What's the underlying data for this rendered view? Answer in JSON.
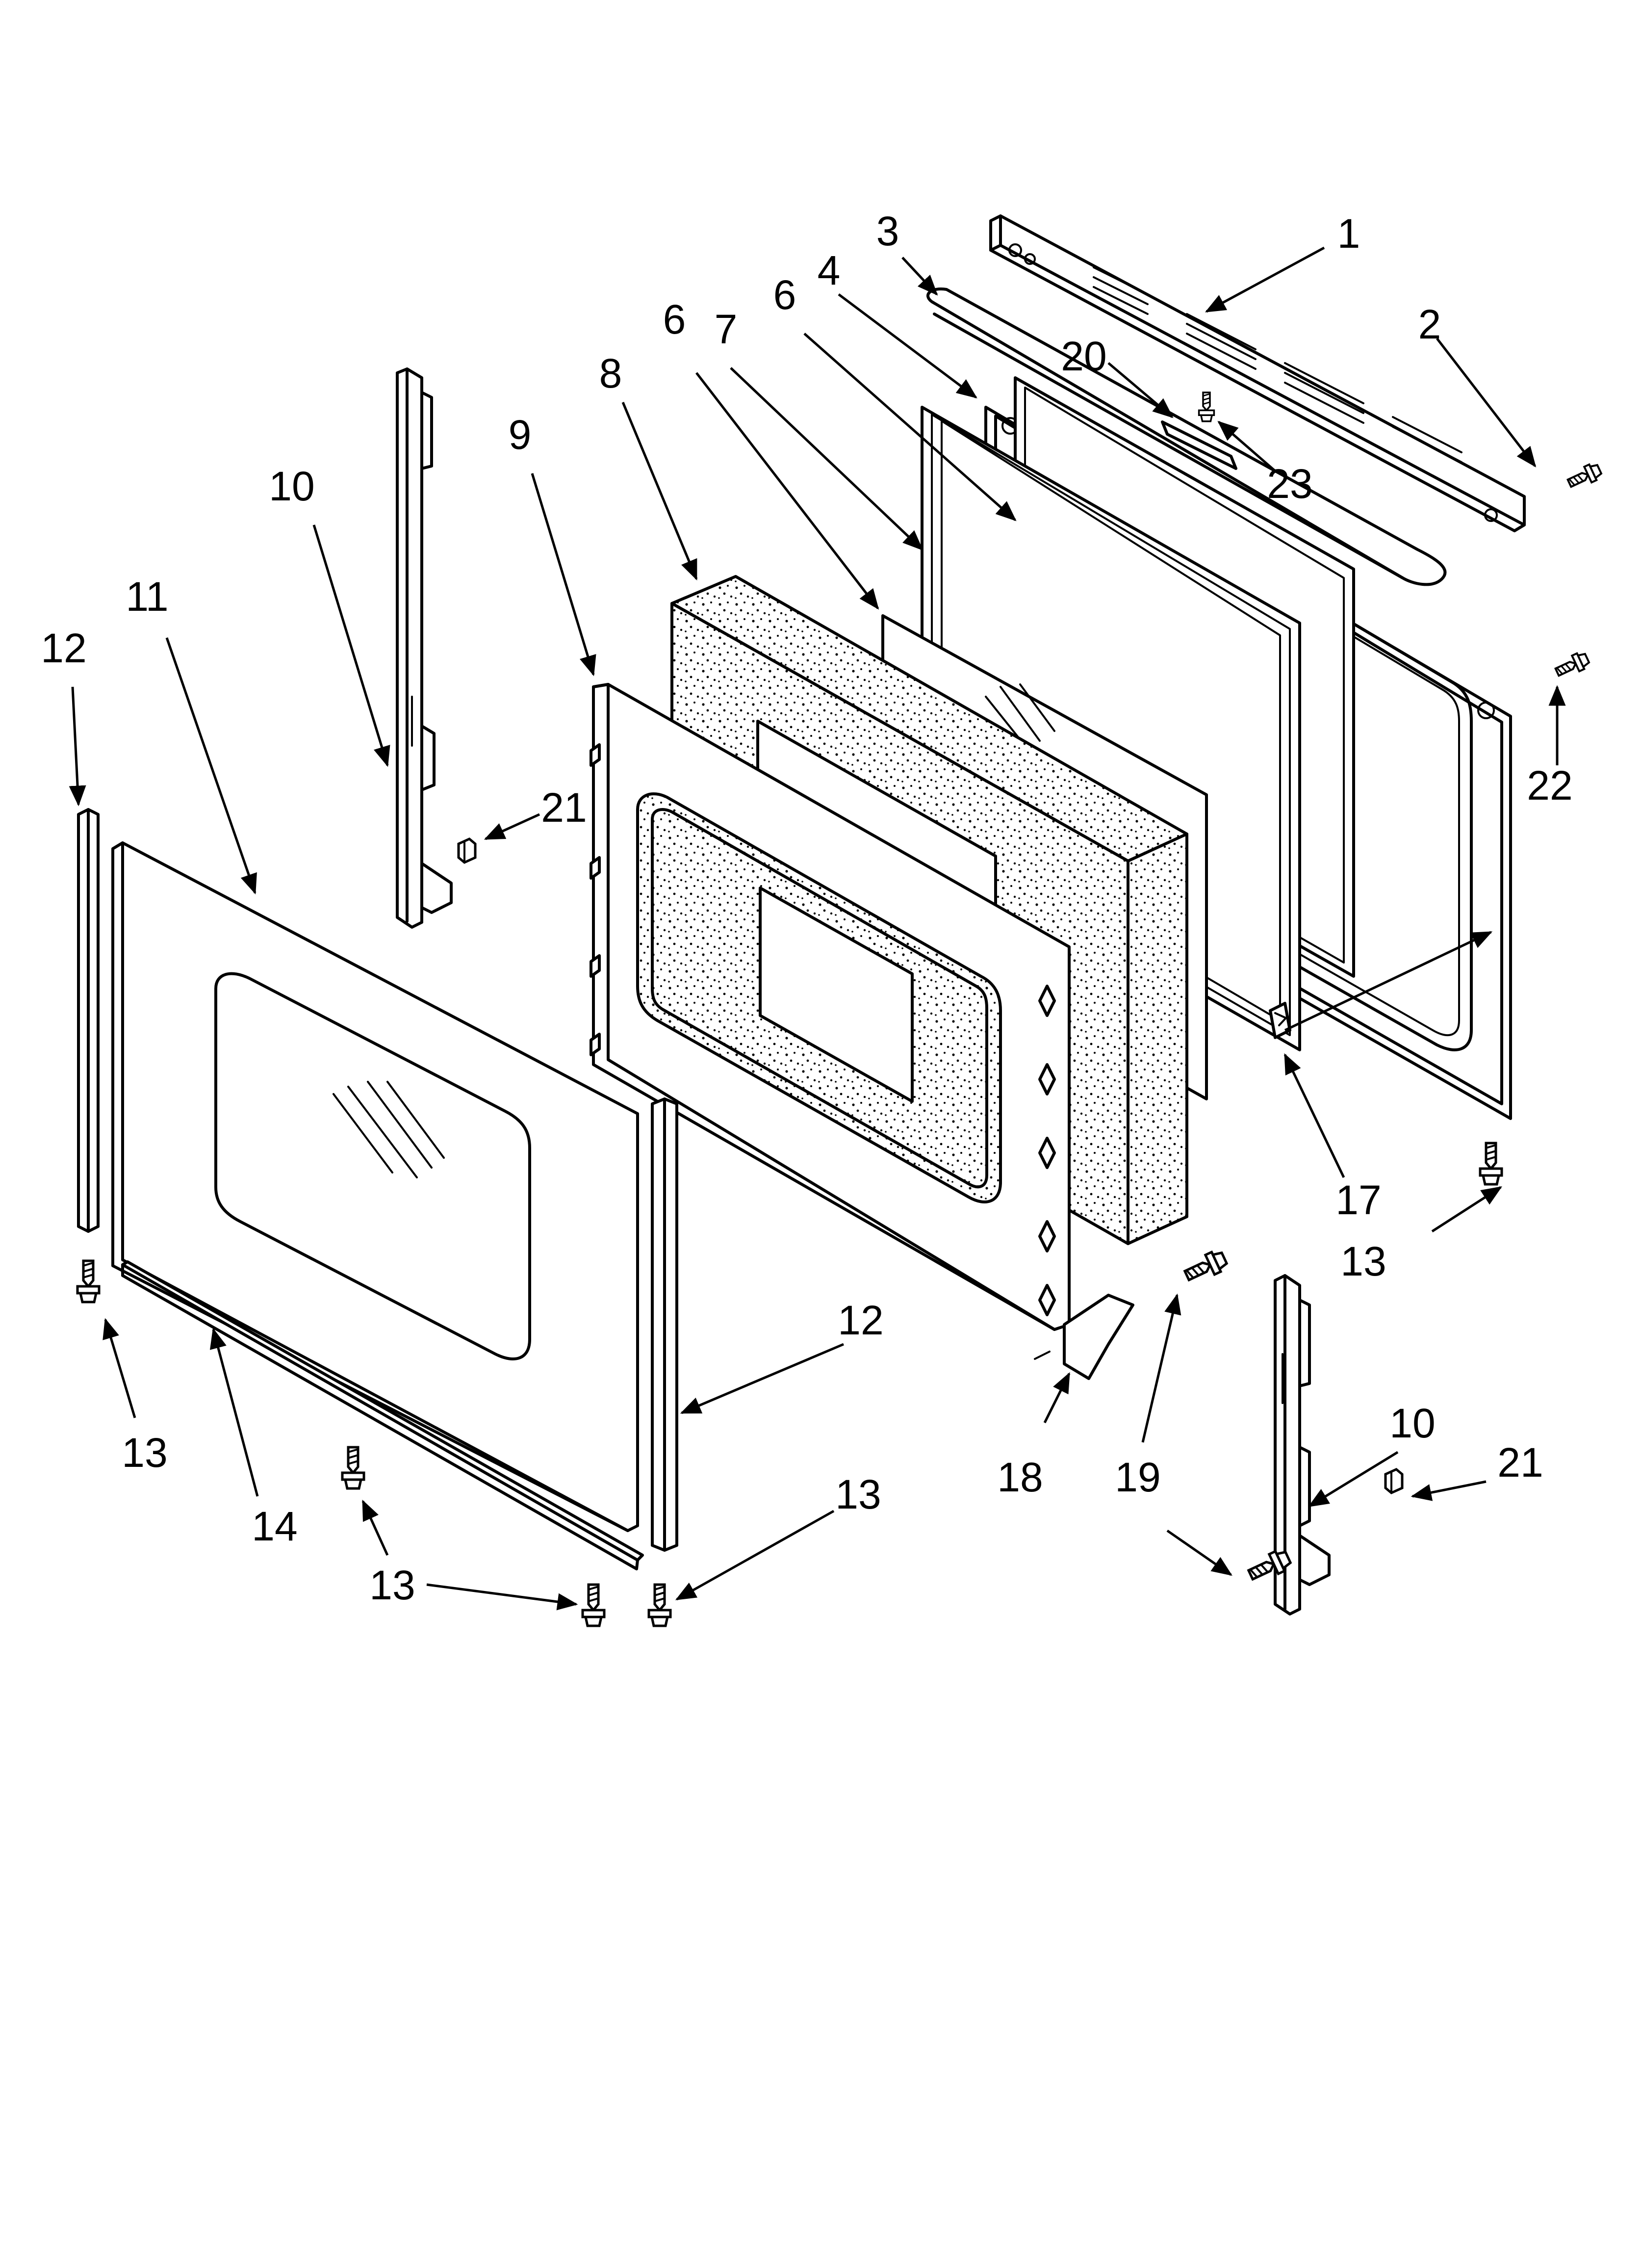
{
  "callouts": [
    {
      "id": "c1",
      "text": "1"
    },
    {
      "id": "c2",
      "text": "2"
    },
    {
      "id": "c3",
      "text": "3"
    },
    {
      "id": "c4",
      "text": "4"
    },
    {
      "id": "c6a",
      "text": "6"
    },
    {
      "id": "c6b",
      "text": "6"
    },
    {
      "id": "c7",
      "text": "7"
    },
    {
      "id": "c8",
      "text": "8"
    },
    {
      "id": "c9",
      "text": "9"
    },
    {
      "id": "c10a",
      "text": "10"
    },
    {
      "id": "c10b",
      "text": "10"
    },
    {
      "id": "c11",
      "text": "11"
    },
    {
      "id": "c12a",
      "text": "12"
    },
    {
      "id": "c12b",
      "text": "12"
    },
    {
      "id": "c13a",
      "text": "13"
    },
    {
      "id": "c13b",
      "text": "13"
    },
    {
      "id": "c13c",
      "text": "13"
    },
    {
      "id": "c13d",
      "text": "13"
    },
    {
      "id": "c14",
      "text": "14"
    },
    {
      "id": "c17",
      "text": "17"
    },
    {
      "id": "c18",
      "text": "18"
    },
    {
      "id": "c19",
      "text": "19"
    },
    {
      "id": "c20",
      "text": "20"
    },
    {
      "id": "c21a",
      "text": "21"
    },
    {
      "id": "c21b",
      "text": "21"
    },
    {
      "id": "c22",
      "text": "22"
    },
    {
      "id": "c23",
      "text": "23"
    }
  ]
}
